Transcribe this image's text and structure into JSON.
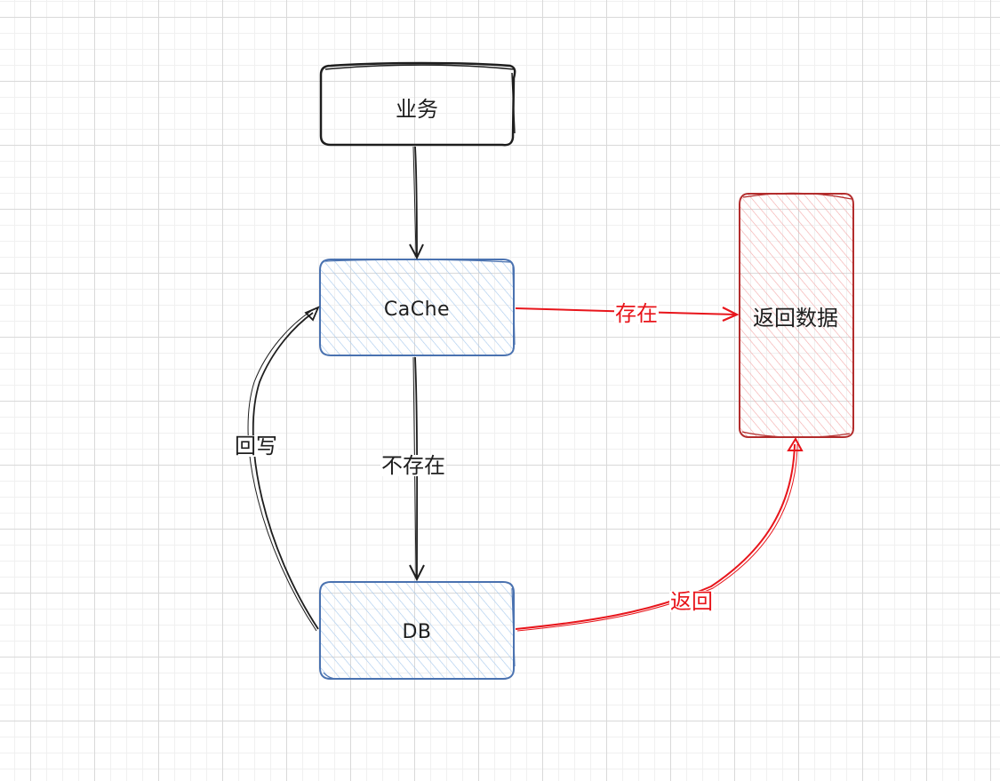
{
  "diagram": {
    "title": "Cache read flow",
    "colors": {
      "stroke_black": "#1e1e1e",
      "stroke_blue": "#4a72b0",
      "fill_blue": "#a5c8ec",
      "stroke_red": "#b32d2d",
      "fill_red": "#f3a8a8",
      "edge_red": "#e8151b",
      "grid_major": "#d9d9d9",
      "grid_minor": "#f0f0f0"
    },
    "nodes": {
      "business": {
        "label": "业务"
      },
      "cache": {
        "label": "CaChe"
      },
      "db": {
        "label": "DB"
      },
      "return_data": {
        "label": "返回数据"
      }
    },
    "edges": {
      "business_to_cache": {
        "label": ""
      },
      "cache_exists": {
        "label": "存在"
      },
      "cache_not_exists": {
        "label": "不存在"
      },
      "db_writeback": {
        "label": "回写"
      },
      "db_return": {
        "label": "返回"
      }
    }
  }
}
